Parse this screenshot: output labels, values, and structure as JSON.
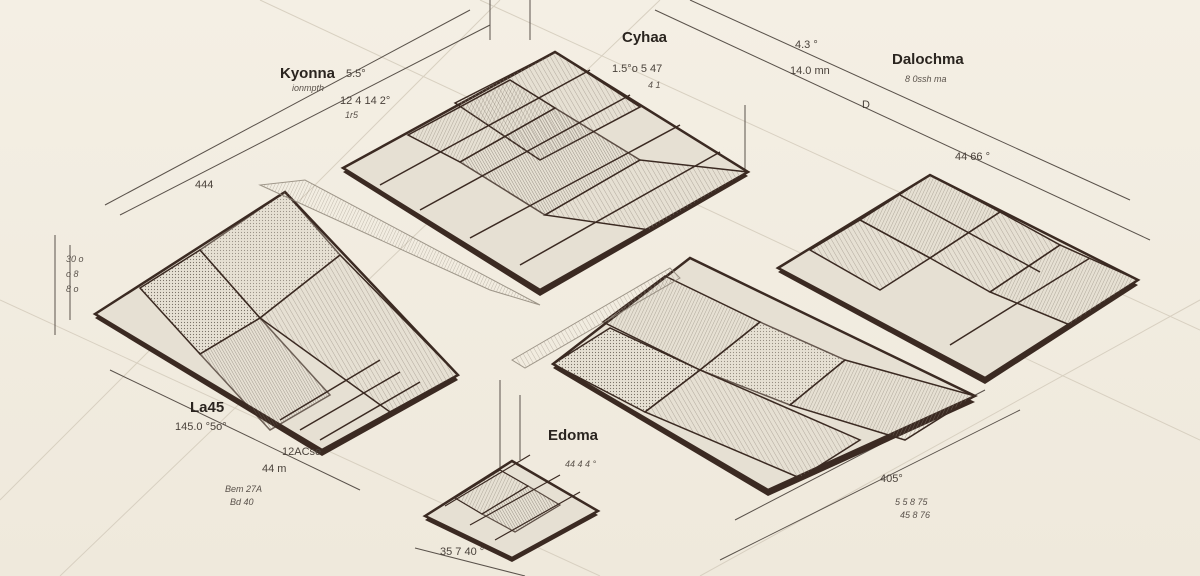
{
  "colors": {
    "background": "#f1ece0",
    "ink": "#2a241f",
    "mat_border": "#3b2a22",
    "mat_fill": "#e6e0d3",
    "mat_fill_dark": "#cfc7b8"
  },
  "mats": [
    {
      "name": "Kyonna",
      "title": "Kyonna",
      "notes": [
        "ionmpth",
        "5.5°",
        "12 4  14 2°",
        "1r5"
      ]
    },
    {
      "name": "Cyhaa",
      "title": "Cyhaa",
      "notes": [
        "1.5°o  5 47",
        "4 1"
      ]
    },
    {
      "name": "Dalochma",
      "title": "Dalochma",
      "notes": [
        "4.3 °",
        "14.0 mn",
        "8 0ssh ma",
        "D",
        "44 66 ° "
      ]
    },
    {
      "name": "La45",
      "title": "La45",
      "notes": [
        "145.0 °5o°",
        "12ACse",
        "44 m",
        "Bem 27A",
        "Bd 40"
      ]
    },
    {
      "name": "Edoma",
      "title": "Edoma",
      "notes": [
        "44 4 4 °",
        "35 7 40 °",
        "405°",
        "5 5 8 75",
        "45 8 76"
      ]
    }
  ],
  "side_dims": [
    "444",
    "30 o",
    "o 8",
    "8 o"
  ]
}
